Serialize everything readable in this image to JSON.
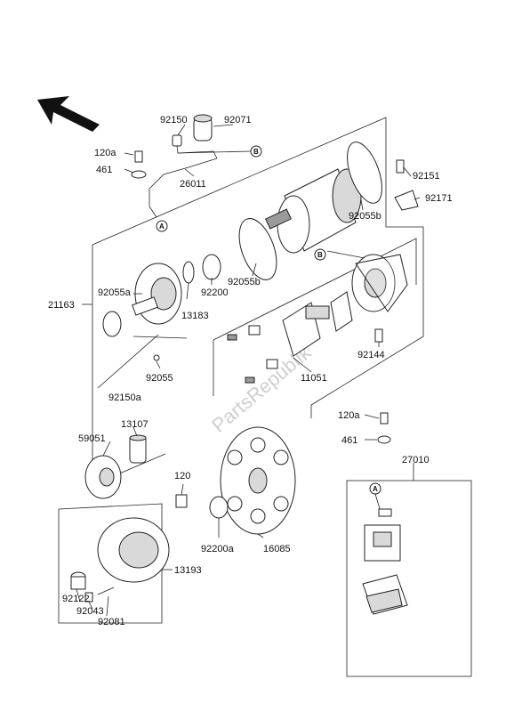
{
  "diagram": {
    "watermark": "PartsRepublik",
    "callout_letters": {
      "a": "A",
      "b": "B"
    },
    "part_labels": {
      "p92150": "92150",
      "p92071": "92071",
      "p120a_top": "120a",
      "p461_top": "461",
      "p26011": "26011",
      "p92055b_top": "92055b",
      "p92151": "92151",
      "p92171": "92171",
      "p92055b_mid": "92055b",
      "p21163": "21163",
      "p92055a": "92055a",
      "p92200": "92200",
      "p13183": "13183",
      "p92144": "92144",
      "p11051": "11051",
      "p92055": "92055",
      "p92150a": "92150a",
      "p120a_bot": "120a",
      "p461_bot": "461",
      "p59051": "59051",
      "p13107": "13107",
      "p27010": "27010",
      "p120": "120",
      "p92200a": "92200a",
      "p16085": "16085",
      "p13193": "13193",
      "p92122": "92122",
      "p92043": "92043",
      "p92081": "92081"
    }
  }
}
